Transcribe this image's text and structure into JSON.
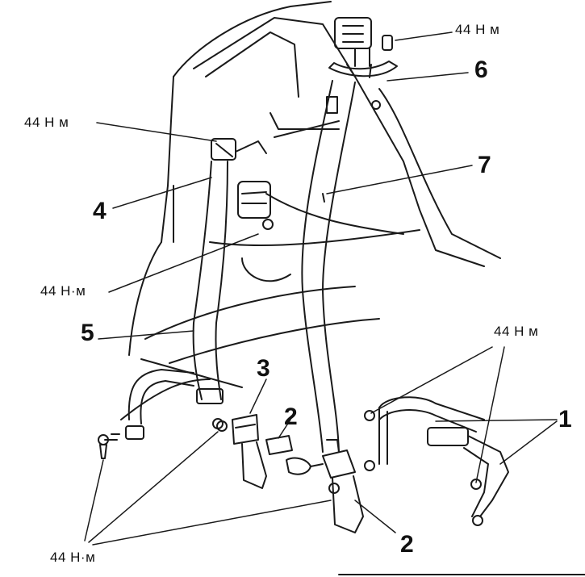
{
  "torque": {
    "top_right": "44 Н м",
    "upper_left": "44 Н м",
    "middle_left": "44 Н·м",
    "right": "44 Н м",
    "bottom_left": "44 Н·м"
  },
  "callouts": {
    "n1": "1",
    "n2_center": "2",
    "n2_bottom": "2",
    "n3": "3",
    "n4": "4",
    "n5": "5",
    "n6": "6",
    "n7": "7"
  },
  "colors": {
    "line": "#1a1a1a",
    "paper": "#ffffff"
  }
}
